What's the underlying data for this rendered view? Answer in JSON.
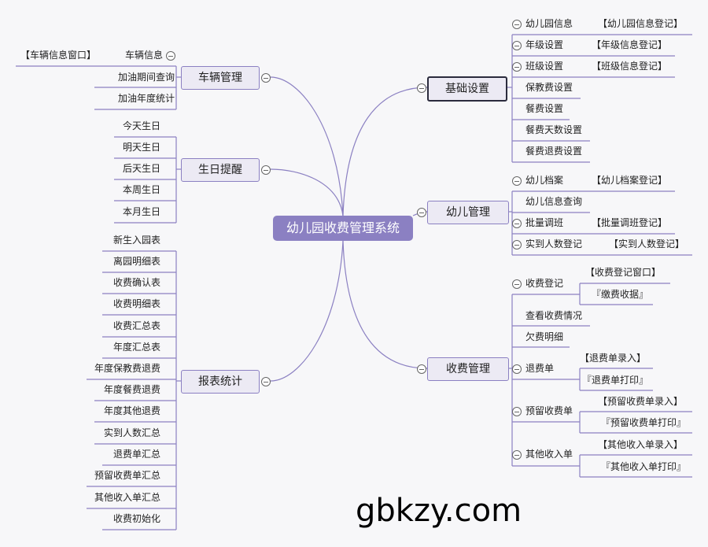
{
  "root": "幼儿园收费管理系统",
  "right": {
    "basic": {
      "label": "基础设置",
      "items": [
        "幼儿园信息",
        "年级设置",
        "班级设置",
        "保教费设置",
        "餐费设置",
        "餐费天数设置",
        "餐费退费设置"
      ],
      "tags": [
        "【幼儿园信息登记】",
        "【年级信息登记】",
        "【班级信息登记】"
      ]
    },
    "child": {
      "label": "幼儿管理",
      "items": [
        "幼儿档案",
        "幼儿信息查询",
        "批量调班",
        "实到人数登记"
      ],
      "tags": [
        "【幼儿档案登记】",
        "【批量调班登记】",
        "【实到人数登记】"
      ]
    },
    "fee": {
      "label": "收费管理",
      "items": [
        "收费登记",
        "查看收费情况",
        "欠费明细",
        "退费单",
        "预留收费单",
        "其他收入单"
      ],
      "tags": [
        "【收费登记窗口】",
        "『缴费收据』",
        "【退费单录入】",
        "『退费单打印』",
        "【预留收费单录入】",
        "『预留收费单打印』",
        "【其他收入单录入】",
        "『其他收入单打印』"
      ]
    }
  },
  "left": {
    "vehicle": {
      "label": "车辆管理",
      "items": [
        "车辆信息",
        "加油期间查询",
        "加油年度统计"
      ],
      "tags": [
        "【车辆信息窗口】"
      ]
    },
    "birthday": {
      "label": "生日提醒",
      "items": [
        "今天生日",
        "明天生日",
        "后天生日",
        "本周生日",
        "本月生日"
      ]
    },
    "report": {
      "label": "报表统计",
      "items": [
        "新生入园表",
        "离园明细表",
        "收费确认表",
        "收费明细表",
        "收费汇总表",
        "年度汇总表",
        "年度保教费退费",
        "年度餐费退费",
        "年度其他退费",
        "实到人数汇总",
        "退费单汇总",
        "预留收费单汇总",
        "其他收入单汇总",
        "收费初始化"
      ]
    }
  },
  "watermark": "gbkzy.com",
  "colors": {
    "accent": "#8b80c2",
    "line": "#8b80c2",
    "branch_bg": "#eceaf4"
  }
}
